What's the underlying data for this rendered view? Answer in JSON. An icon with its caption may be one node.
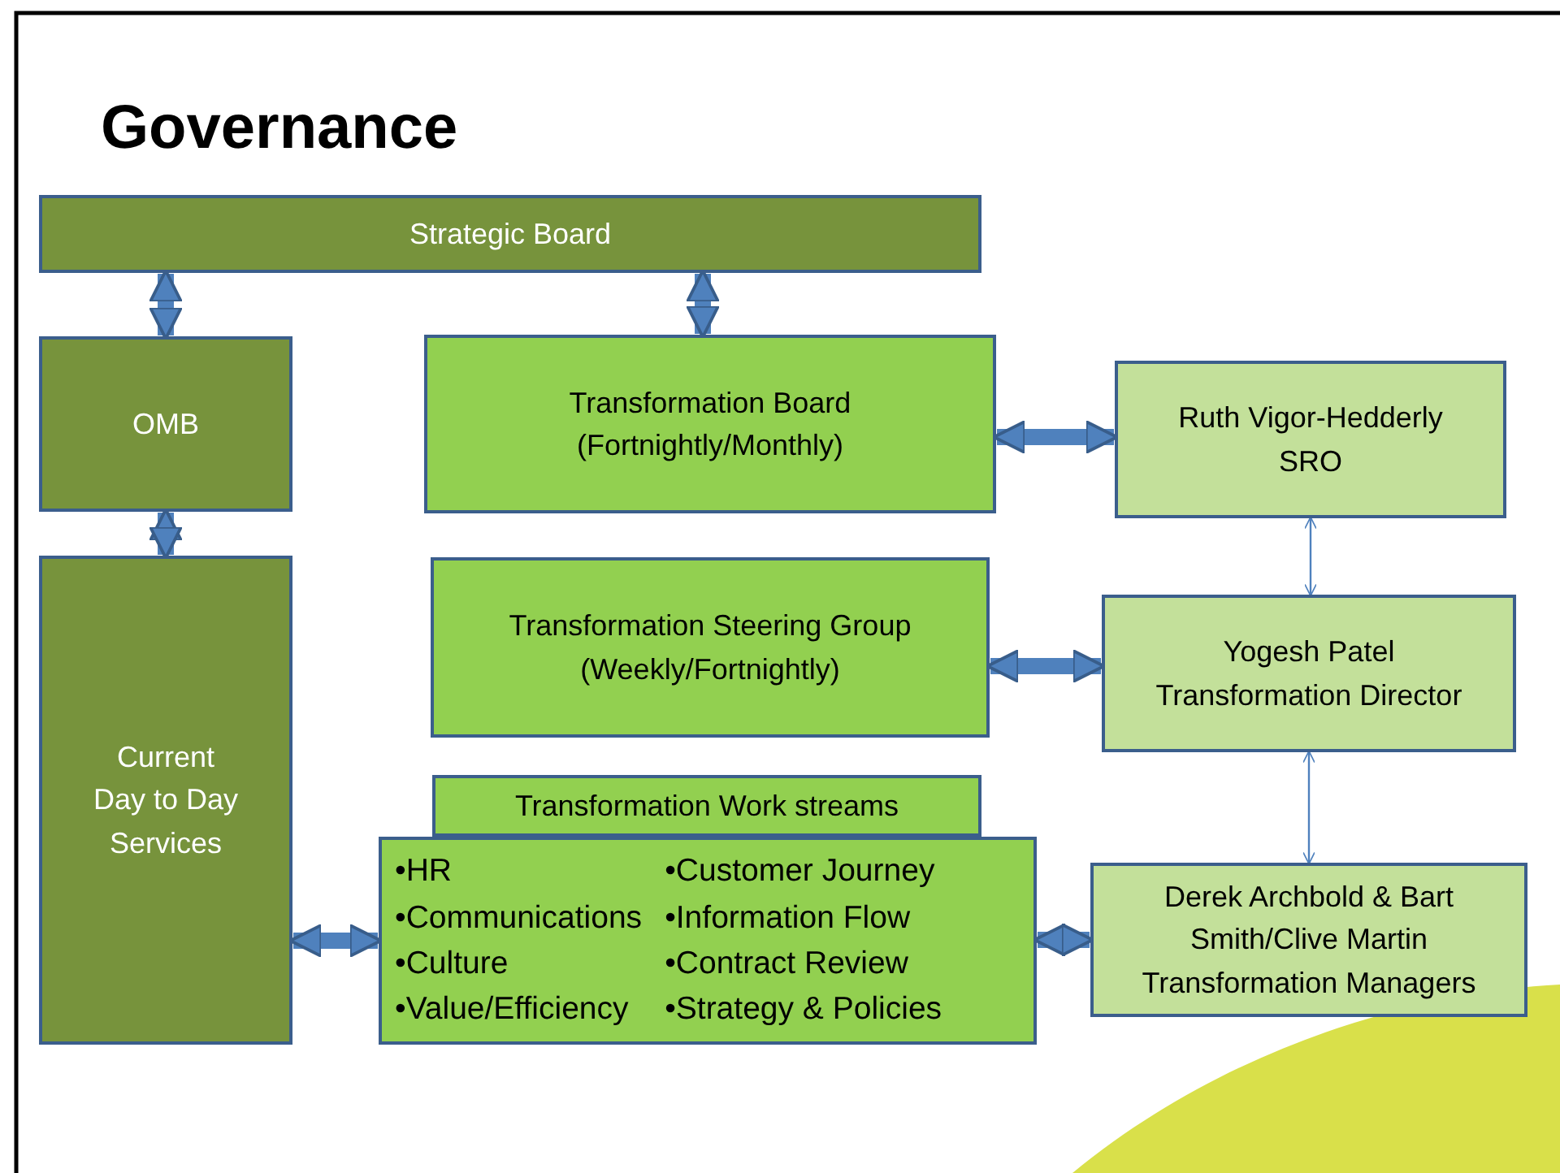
{
  "diagram": {
    "title": "Governance",
    "nodes": [
      {
        "text": [
          "Strategic Board"
        ]
      },
      {
        "text": [
          "OMB"
        ]
      },
      {
        "text": [
          "Transformation Board (Fortnightly/Monthly)"
        ]
      },
      {
        "text": [
          "Ruth Vigor-Hedderly SRO"
        ]
      },
      {
        "text": [
          "Transformation Steering Group (Weekly/Fortnightly)"
        ]
      },
      {
        "text": [
          "Yogesh Patel Transformation Director"
        ]
      },
      {
        "text": [
          "Current Day to Day Services"
        ]
      },
      {
        "text": [
          "Transformation Work streams"
        ]
      },
      {
        "text": [
          "•HR",
          "•Communications",
          "•Culture",
          "•Value/Efficiency",
          "•Customer Journey",
          "•Information Flow",
          "•Contract Review",
          "•Strategy & Policies"
        ]
      },
      {
        "text": [
          "Derek Archbold & Bart Smith/Clive Martin Transformation Managers"
        ]
      }
    ],
    "edges": [
      {
        "from": 0,
        "to": 1,
        "arrow": "both"
      },
      {
        "from": 0,
        "to": 2,
        "arrow": "both"
      },
      {
        "from": 1,
        "to": 6,
        "arrow": "both"
      },
      {
        "from": 2,
        "to": 3,
        "arrow": "both"
      },
      {
        "from": 4,
        "to": 5,
        "arrow": "both"
      },
      {
        "from": 6,
        "to": 8,
        "arrow": "both"
      },
      {
        "from": 8,
        "to": 9,
        "arrow": "both"
      },
      {
        "from": 3,
        "to": 5,
        "arrow": "both"
      },
      {
        "from": 5,
        "to": 9,
        "arrow": "both"
      }
    ]
  }
}
